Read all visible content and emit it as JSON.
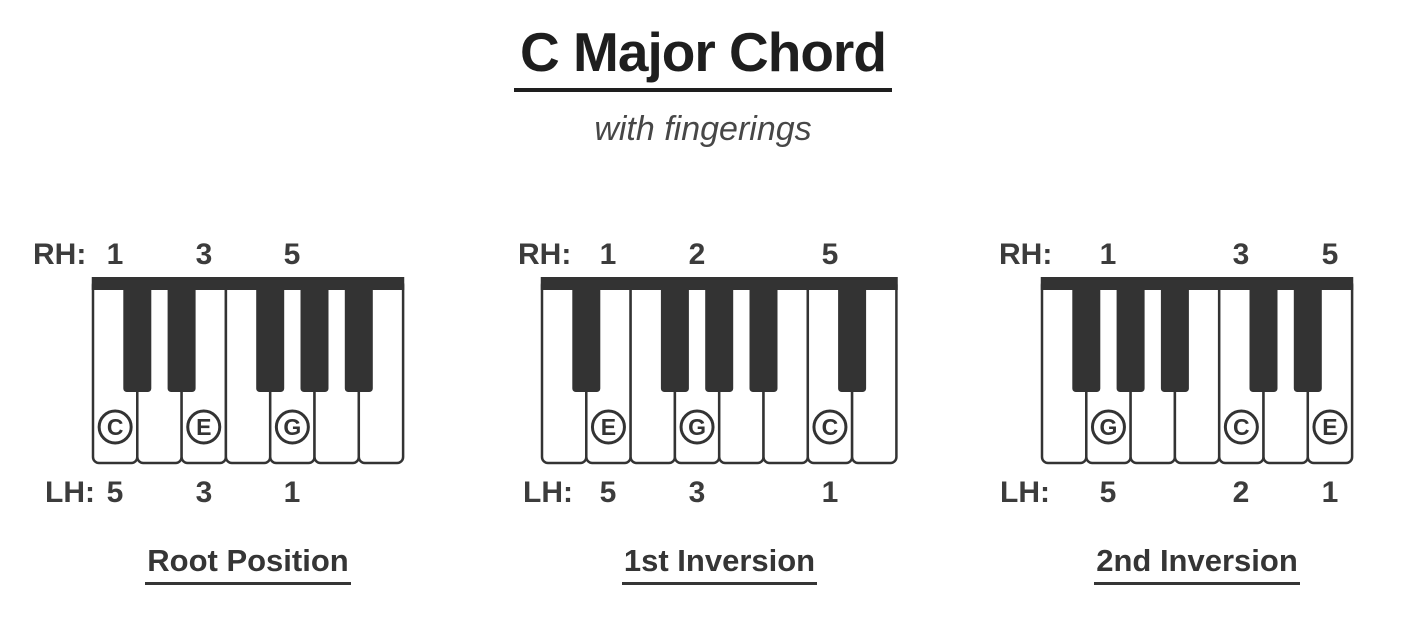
{
  "page": {
    "title": "C Major Chord",
    "subtitle": "with fingerings"
  },
  "labels": {
    "rh": "RH:",
    "lh": "LH:"
  },
  "theme": {
    "key_color": "#333333",
    "text_color": "#3c3c3c",
    "title_color": "#1e1e1e"
  },
  "chords": [
    {
      "name": "Root Position",
      "white_keys": [
        "C",
        "D",
        "E",
        "F",
        "G",
        "A",
        "B"
      ],
      "black_keys": [
        "C#",
        "D#",
        "F#",
        "G#",
        "A#"
      ],
      "notes": [
        {
          "note": "C",
          "rh": "1",
          "lh": "5"
        },
        {
          "note": "E",
          "rh": "3",
          "lh": "3"
        },
        {
          "note": "G",
          "rh": "5",
          "lh": "1"
        }
      ]
    },
    {
      "name": "1st Inversion",
      "white_keys": [
        "D",
        "E",
        "F",
        "G",
        "A",
        "B",
        "C",
        "D"
      ],
      "black_keys": [
        "D#",
        "F#",
        "G#",
        "A#",
        "C#"
      ],
      "notes": [
        {
          "note": "E",
          "rh": "1",
          "lh": "5"
        },
        {
          "note": "G",
          "rh": "2",
          "lh": "3"
        },
        {
          "note": "C",
          "rh": "5",
          "lh": "1"
        }
      ]
    },
    {
      "name": "2nd Inversion",
      "white_keys": [
        "F",
        "G",
        "A",
        "B",
        "C",
        "D",
        "E"
      ],
      "black_keys": [
        "F#",
        "G#",
        "A#",
        "C#",
        "D#"
      ],
      "notes": [
        {
          "note": "G",
          "rh": "1",
          "lh": "5"
        },
        {
          "note": "C",
          "rh": "3",
          "lh": "2"
        },
        {
          "note": "E",
          "rh": "5",
          "lh": "1"
        }
      ]
    }
  ]
}
